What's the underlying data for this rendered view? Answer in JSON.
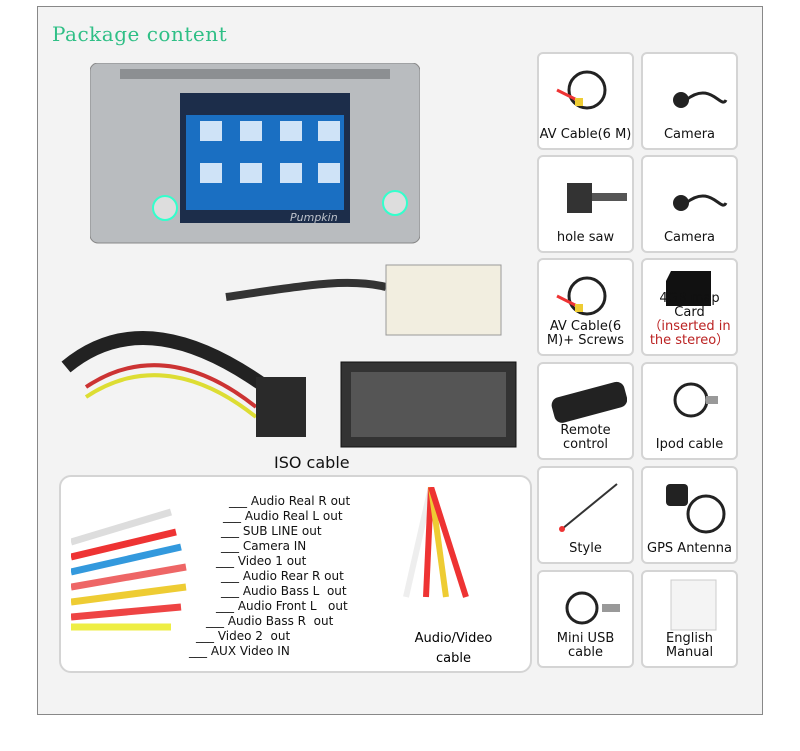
{
  "title": "Package content",
  "iso_label": "ISO cable",
  "screen_brand": "Pumpkin",
  "av_labels": [
    "Audio Real R out",
    "Audio Real L out",
    "SUB LINE out",
    "Camera IN",
    "Video 1 out",
    "Audio Rear R out",
    "Audio Bass L  out",
    "Audio Front L   out",
    "Audio Bass R  out",
    "Video 2  out",
    "AUX Video IN"
  ],
  "av_cable": {
    "line1": "Audio/Video",
    "line2": "cable"
  },
  "items": [
    {
      "label": "AV Cable(6 M)",
      "icon": "av-cable"
    },
    {
      "label": "Camera",
      "icon": "camera"
    },
    {
      "label": "hole saw",
      "icon": "hole-saw"
    },
    {
      "label": "Camera",
      "icon": "camera"
    },
    {
      "label": "AV Cable(6 M)+ Screws",
      "icon": "av-cable"
    },
    {
      "label": "4GB map Card",
      "note": "（inserted in the stereo）",
      "icon": "sd-card"
    },
    {
      "label": "Remote control",
      "icon": "remote"
    },
    {
      "label": "Ipod cable",
      "icon": "ipod-cable"
    },
    {
      "label": "Style",
      "icon": "stylus"
    },
    {
      "label": "GPS Antenna",
      "icon": "gps-antenna"
    },
    {
      "label": "Mini USB cable",
      "icon": "usb-cable"
    },
    {
      "label": "English Manual",
      "icon": "manual"
    }
  ]
}
